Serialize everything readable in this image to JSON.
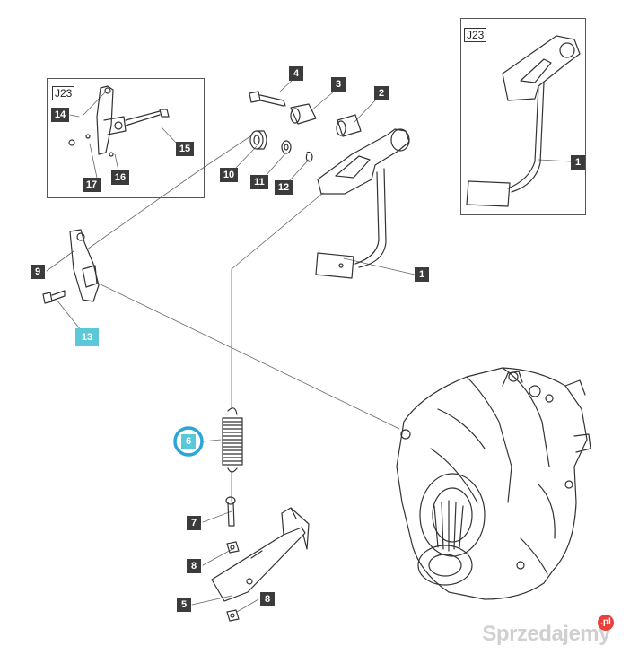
{
  "detail_boxes": {
    "left_ref": "J23",
    "right_ref": "J23"
  },
  "callouts": {
    "c1_detail": "1",
    "c1_main": "1",
    "c2": "2",
    "c3": "3",
    "c4": "4",
    "c5": "5",
    "c6": "6",
    "c7": "7",
    "c8_upper": "8",
    "c8_lower": "8",
    "c9": "9",
    "c10": "10",
    "c11": "11",
    "c12": "12",
    "c13": "13",
    "c14": "14",
    "c15": "15",
    "c16": "16",
    "c17": "17"
  },
  "highlight_color": "#5bc8d8",
  "callout_color": "#3b3b3b",
  "watermark": {
    "text": "Sprzedajemy",
    "badge": ".pl"
  }
}
